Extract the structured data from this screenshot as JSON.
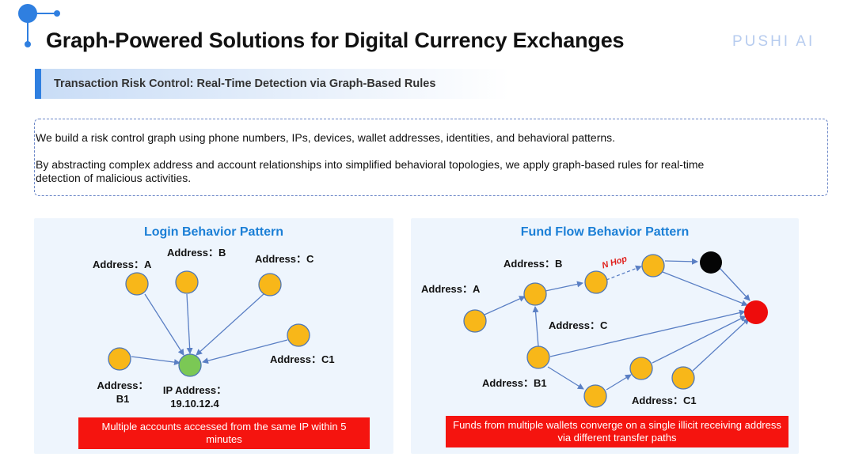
{
  "header": {
    "title": "Graph-Powered Solutions for Digital Currency Exchanges",
    "brand": "PUSHI AI"
  },
  "subtitle": "Transaction Risk Control: Real-Time Detection via Graph-Based Rules",
  "intro": {
    "line1": "We build a risk control graph using phone numbers, IPs, devices, wallet addresses, identities, and behavioral patterns.",
    "line2a": "By abstracting complex address and account relationships into simplified behavioral topologies, we apply graph-based rules for real-time",
    "line2b": "detection of malicious activities."
  },
  "login_panel": {
    "title": "Login Behavior Pattern",
    "labels": {
      "a": "Address：A",
      "b": "Address：B",
      "c": "Address：C",
      "c1": "Address：C1",
      "b1_line1": "Address：",
      "b1_line2": "B1",
      "ip_line1": "IP Address：",
      "ip_line2": "19.10.12.4"
    },
    "callout": "Multiple accounts accessed from the same IP within 5 minutes"
  },
  "fund_panel": {
    "title": "Fund Flow Behavior Pattern",
    "labels": {
      "a": "Address：A",
      "b": "Address：B",
      "c": "Address：C",
      "b1": "Address：B1",
      "c1": "Address：C1",
      "hop": "N Hop"
    },
    "callout": "Funds from multiple wallets converge on a single illicit receiving address via different transfer paths"
  },
  "colors": {
    "node": "#f8b719",
    "node_stroke": "#4d76b8",
    "ip_node": "#7bc855",
    "illicit_node": "#ee0c0c",
    "hidden_node": "#050505",
    "arrow": "#5a7fc4",
    "accent": "#2f7fe0",
    "panel_title": "#1b7fd6"
  }
}
